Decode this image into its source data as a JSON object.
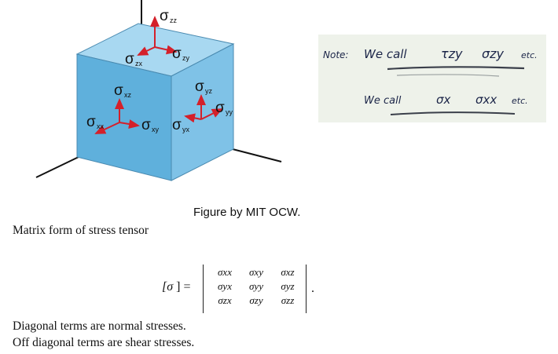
{
  "figure": {
    "stress_labels": {
      "sigma": "σ",
      "zz": "zz",
      "zy": "zy",
      "zx": "zx",
      "xz": "xz",
      "yz": "yz",
      "yy": "yy",
      "xx": "xx",
      "xy": "xy",
      "yx": "yx"
    },
    "colors": {
      "cube_front": "#5fb0dc",
      "cube_top": "#a8d8f1",
      "cube_side": "#7fc2e7",
      "arrow": "#d4202a",
      "axis": "#111111"
    }
  },
  "credit": "Figure by MIT OCW.",
  "note": {
    "line1_prefix": "Note:",
    "line1_text": "We call",
    "line1_sym1": "τzy",
    "line1_sym2": "σzy",
    "line1_suffix": "etc.",
    "line2_text": "We call",
    "line2_sym1": "σx",
    "line2_sym2": "σxx",
    "line2_suffix": "etc."
  },
  "matrix": {
    "intro": "Matrix form of stress tensor",
    "lhs_open": "[σ",
    "lhs_close": "] =",
    "cells": [
      [
        "σxx",
        "σxy",
        "σxz"
      ],
      [
        "σyx",
        "σyy",
        "σyz"
      ],
      [
        "σzx",
        "σzy",
        "σzz"
      ]
    ],
    "period": "."
  },
  "text": {
    "diagonal": "Diagonal terms are normal stresses.",
    "off_diagonal": "Off diagonal terms are shear stresses."
  }
}
